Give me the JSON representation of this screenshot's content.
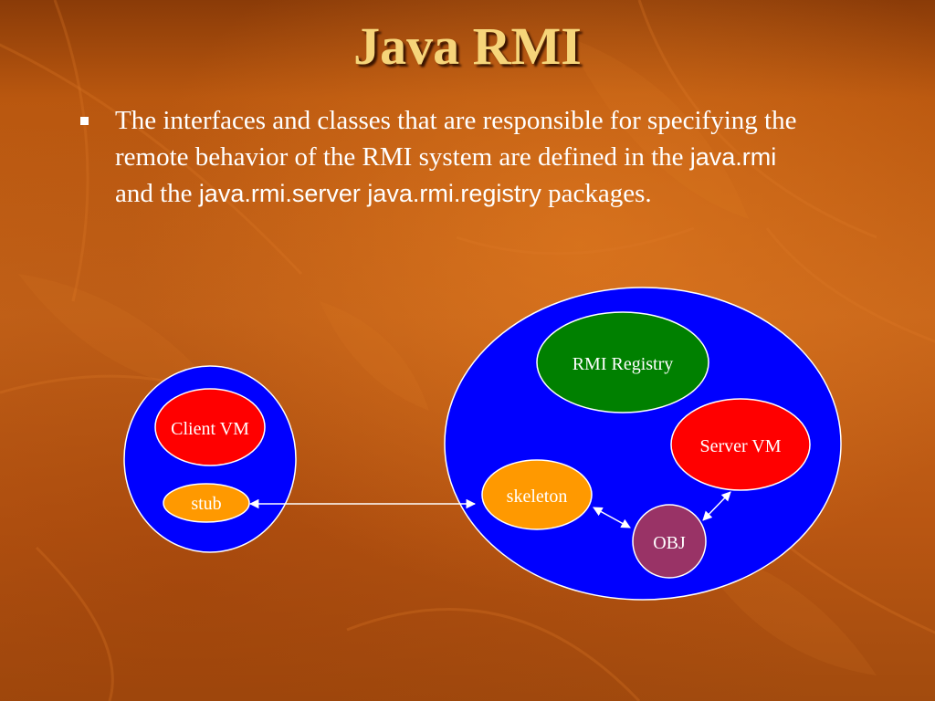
{
  "slide": {
    "title": "Java RMI",
    "bullet": {
      "text_1": "The interfaces and classes that are responsible for specifying the remote behavior of the RMI system are defined in the ",
      "code_1": "java.rmi",
      "text_2": " and the ",
      "code_2": "java.rmi.server java.rmi.registry",
      "text_3": " packages."
    }
  },
  "diagram": {
    "client": {
      "client_vm": "Client VM",
      "stub": "stub"
    },
    "server": {
      "rmi_registry": "RMI Registry",
      "server_vm": "Server VM",
      "skeleton": "skeleton",
      "obj": "OBJ"
    },
    "colors": {
      "container_blue": "#0000ff",
      "vm_red": "#ff0000",
      "registry_green": "#008000",
      "stub_skeleton_orange": "#ff9900",
      "obj_maroon": "#993366",
      "title_gold": "#f6d57a"
    }
  }
}
